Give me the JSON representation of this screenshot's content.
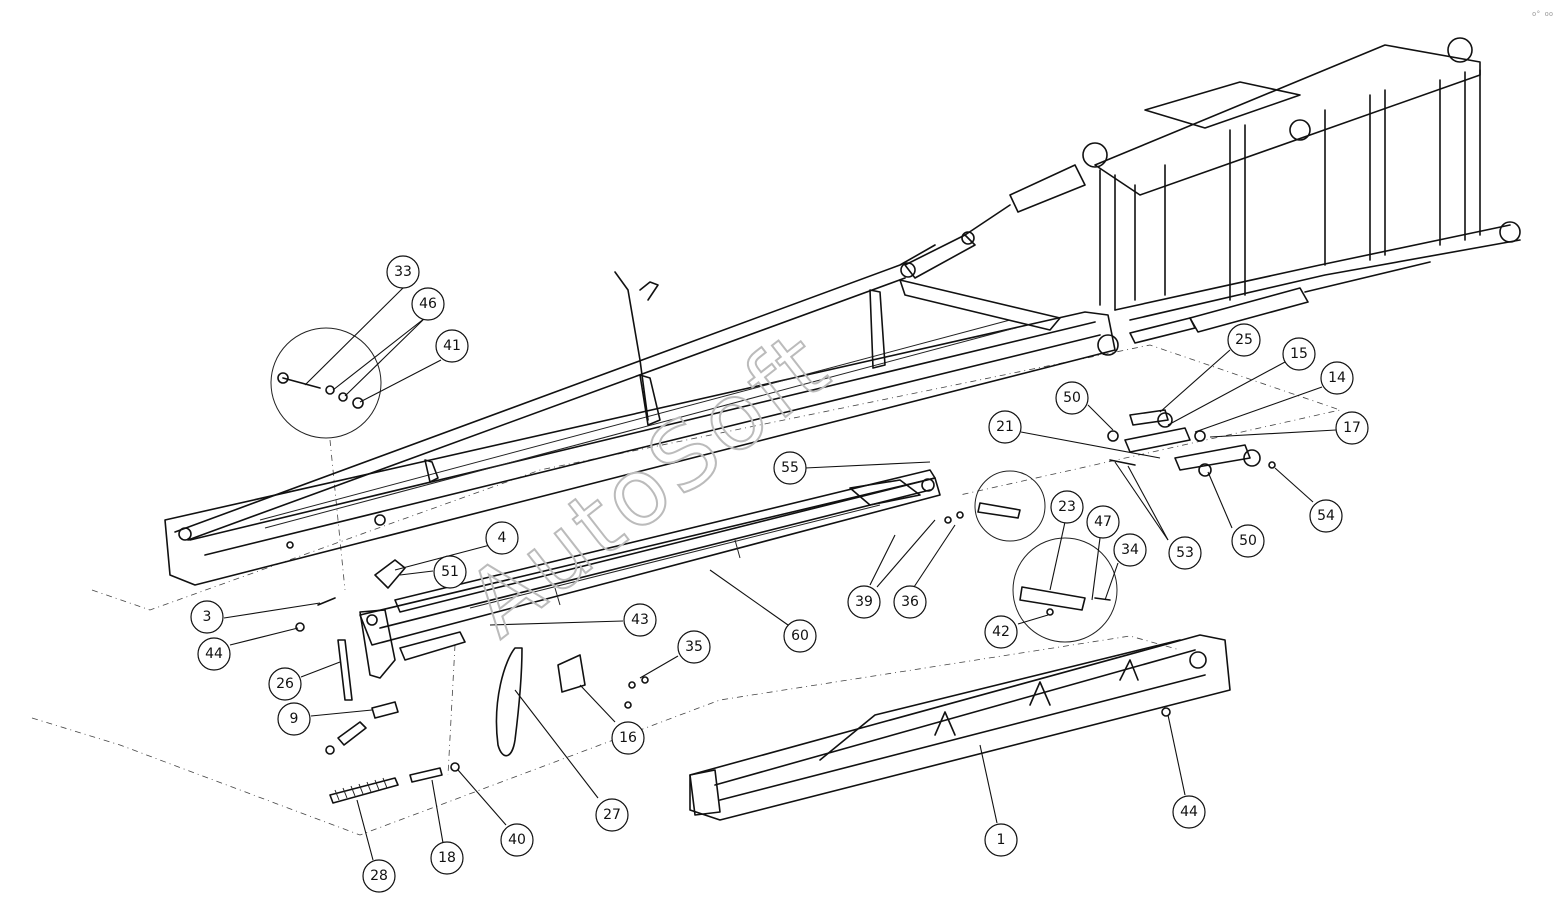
{
  "watermark": "AutoSoft",
  "callouts": [
    {
      "label": "33"
    },
    {
      "label": "46"
    },
    {
      "label": "41"
    },
    {
      "label": "25"
    },
    {
      "label": "15"
    },
    {
      "label": "14"
    },
    {
      "label": "50"
    },
    {
      "label": "21"
    },
    {
      "label": "17"
    },
    {
      "label": "55"
    },
    {
      "label": "4"
    },
    {
      "label": "51"
    },
    {
      "label": "3"
    },
    {
      "label": "44"
    },
    {
      "label": "26"
    },
    {
      "label": "9"
    },
    {
      "label": "43"
    },
    {
      "label": "60"
    },
    {
      "label": "39"
    },
    {
      "label": "36"
    },
    {
      "label": "23"
    },
    {
      "label": "47"
    },
    {
      "label": "34"
    },
    {
      "label": "53"
    },
    {
      "label": "50"
    },
    {
      "label": "54"
    },
    {
      "label": "42"
    },
    {
      "label": "35"
    },
    {
      "label": "16"
    },
    {
      "label": "27"
    },
    {
      "label": "40"
    },
    {
      "label": "18"
    },
    {
      "label": "28"
    },
    {
      "label": "1"
    },
    {
      "label": "44"
    }
  ]
}
